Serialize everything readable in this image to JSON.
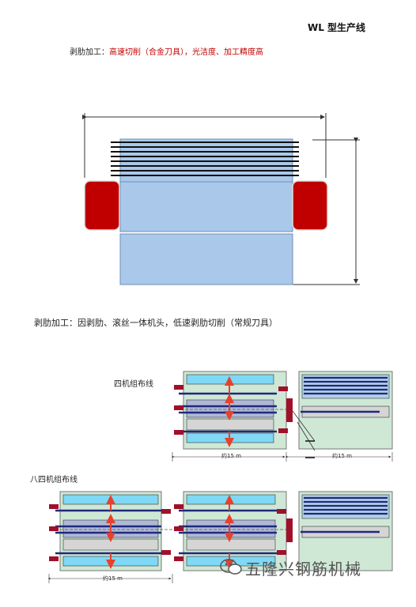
{
  "page": {
    "title": "WL 型生产线",
    "caption1_key": "剥肋加工：",
    "caption1_value": "高速切削（合金刀具），光洁度、加工精度高",
    "caption2": "剥肋加工：因剥肋、滚丝一体机头，低速剥肋切削（常规刀具）",
    "layout1_label": "四机组布线",
    "layout2_label": "八四机组布线",
    "dim_label": "约15 m",
    "watermark": "五隆兴钢筋机械"
  },
  "colors": {
    "accent_red": "#c00000",
    "panel_blue": "#a9c8ea",
    "cyan_panel": "#7fd8f5",
    "navy_bar": "#1f2a7a",
    "arrow_red": "#e8402a",
    "bg_green": "#cfe8d6"
  }
}
